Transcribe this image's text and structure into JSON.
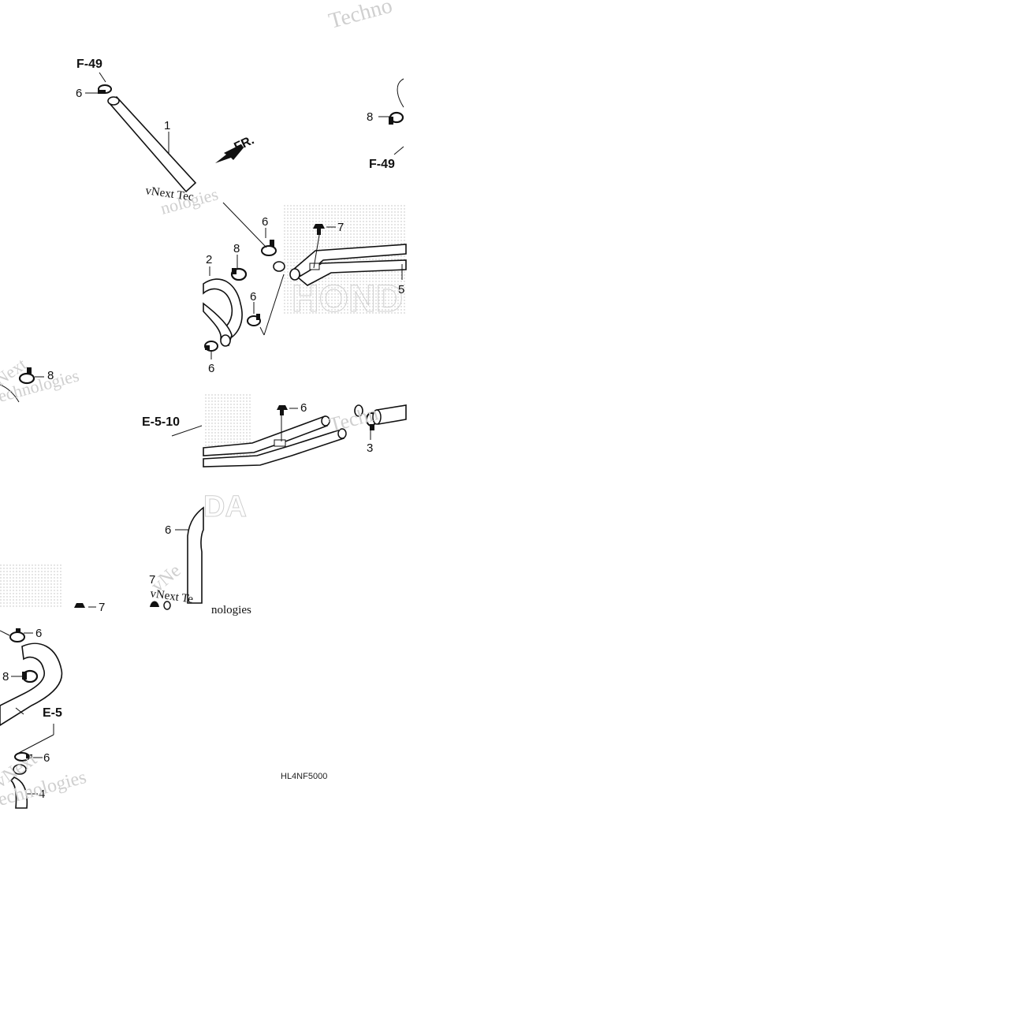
{
  "diagram": {
    "ref_labels": [
      "F-49",
      "F-49",
      "E-5-10",
      "E-5"
    ],
    "part_labels": [
      "6",
      "1",
      "8",
      "2",
      "8",
      "6",
      "6",
      "7",
      "5",
      "6",
      "8",
      "7",
      "6",
      "3",
      "6",
      "7",
      "6",
      "8",
      "6",
      "4"
    ],
    "direction_label": "FR.",
    "watermarks": [
      "vNext Tec",
      "nologies",
      "Techno",
      "Techn",
      "vNext Te",
      "nologies",
      "echnologies",
      "echnologies",
      "vNext",
      "Next",
      "vNe"
    ],
    "drawing_code": "HL4NF5000"
  }
}
